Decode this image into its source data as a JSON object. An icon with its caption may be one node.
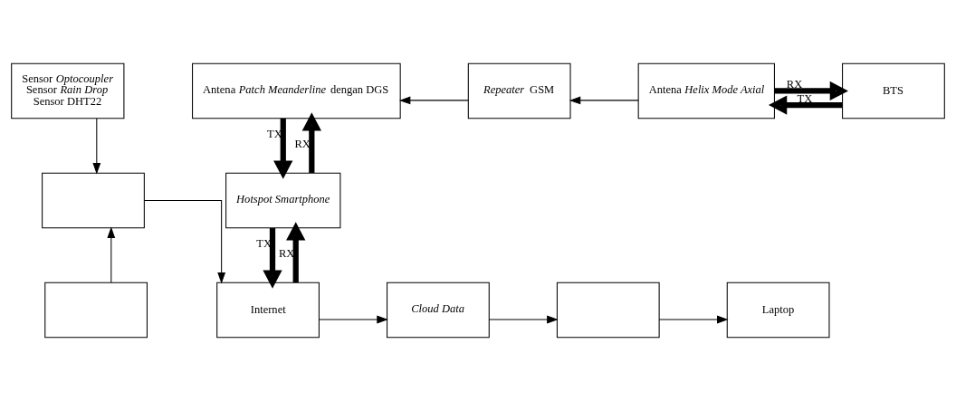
{
  "diagram": {
    "nodes": [
      {
        "text": [
          "Antena *Patch Meanderline* dengan DGS"
        ]
      },
      {
        "text": [
          "*Repeater* GSM"
        ]
      },
      {
        "text": [
          "Antena *Helix Mode Axial*"
        ]
      },
      {
        "text": [
          "BTS"
        ]
      },
      {
        "text": [
          "Sensor *Optocoupler*",
          "Sensor *Rain Drop*",
          "Sensor DHT22"
        ]
      },
      {
        "text": [
          "*Hotspot Smartphone*"
        ]
      },
      {
        "text": [],
        "shape": "box"
      },
      {
        "text": [],
        "shape": "box"
      },
      {
        "text": [
          "Internet"
        ]
      },
      {
        "text": [
          "*Cloud Data*"
        ]
      },
      {
        "text": [],
        "shape": "box"
      },
      {
        "text": [
          "Laptop"
        ]
      }
    ],
    "edges": [
      {
        "from": 1,
        "to": 0,
        "arrow": "to"
      },
      {
        "from": 2,
        "to": 1,
        "arrow": "to"
      },
      {
        "from": 2,
        "to": 3,
        "arrow": "to",
        "label": "RX",
        "style": "thick"
      },
      {
        "from": 3,
        "to": 2,
        "arrow": "to",
        "label": "TX",
        "style": "thick"
      },
      {
        "from": 0,
        "to": 5,
        "arrow": "to",
        "label": "TX",
        "style": "thick"
      },
      {
        "from": 5,
        "to": 0,
        "arrow": "to",
        "label": "RX",
        "style": "thick"
      },
      {
        "from": 5,
        "to": 8,
        "arrow": "to",
        "label": "TX",
        "style": "thick"
      },
      {
        "from": 8,
        "to": 5,
        "arrow": "to",
        "label": "RX",
        "style": "thick"
      },
      {
        "from": 4,
        "to": 6,
        "arrow": "to"
      },
      {
        "from": 7,
        "to": 6,
        "arrow": "to"
      },
      {
        "from": 6,
        "to": 8,
        "arrow": "to"
      },
      {
        "from": 8,
        "to": 9,
        "arrow": "to"
      },
      {
        "from": 9,
        "to": 10,
        "arrow": "to"
      },
      {
        "from": 10,
        "to": 11,
        "arrow": "to"
      }
    ]
  }
}
